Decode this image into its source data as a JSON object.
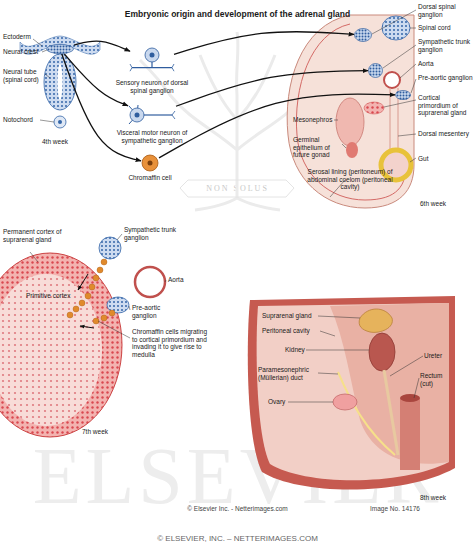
{
  "diagram": {
    "title": "Embryonic origin and development of the adrenal gland",
    "nodes": [
      {
        "text": [
          "Neural crest"
        ]
      },
      {
        "text": [
          "Sensory neuron of dorsal spinal ganglion"
        ]
      },
      {
        "text": [
          "Visceral motor neuron of sympathetic ganglion"
        ]
      },
      {
        "text": [
          "Chromaffin cell"
        ]
      },
      {
        "text": [
          "Dorsal spinal ganglion"
        ]
      },
      {
        "text": [
          "Sympathetic trunk ganglion"
        ]
      },
      {
        "text": [
          "Pre-aortic ganglion"
        ]
      }
    ],
    "edges": [
      {
        "from": 0,
        "to": 1,
        "arrow": "to"
      },
      {
        "from": 0,
        "to": 2,
        "arrow": "to"
      },
      {
        "from": 0,
        "to": 3,
        "arrow": "to"
      },
      {
        "from": 1,
        "to": 4,
        "arrow": "to"
      },
      {
        "from": 2,
        "to": 5,
        "arrow": "to"
      },
      {
        "from": 3,
        "to": 6,
        "arrow": "to"
      }
    ],
    "labels": [
      "Ectoderm",
      "Neural tube (spinal cord)",
      "Notochord",
      "4th week",
      "Spinal cord",
      "Aorta",
      "Cortical primordium of suprarenal gland",
      "Dorsal mesentery",
      "Gut",
      "Mesonephros",
      "Germinal epithelium of future gonad",
      "Serosal lining (peritoneum) of abdominal coelom (peritoneal cavity)",
      "6th week",
      "Permanent cortex of suprarenal gland",
      "Primitive cortex",
      "Sympathetic trunk ganglion",
      "Aorta",
      "Pre-aortic ganglion",
      "Chromaffin cells migrating to cortical primordium and invading it to give rise to medulla",
      "7th week",
      "Suprarenal gland",
      "Peritoneal cavity",
      "Kidney",
      "Paramesonephric (Müllerian) duct",
      "Ovary",
      "Ureter",
      "Rectum (cut)",
      "8th week",
      "NON SOLUS",
      "ELSEVIER",
      "© Elsevier Inc. - Netterimages.com",
      "Image No. 14176",
      "© ELSEVIER, INC. – NETTERIMAGES.COM"
    ]
  }
}
